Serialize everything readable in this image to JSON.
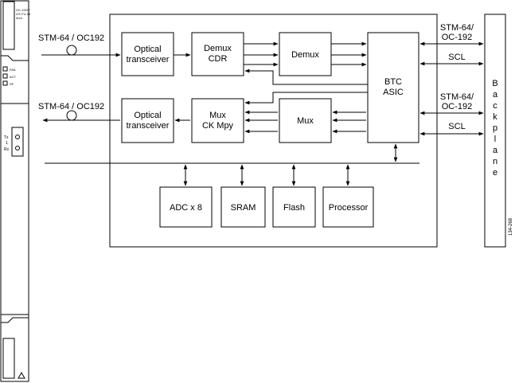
{
  "card": {
    "faceplate_text": [
      "OC-192IP",
      "LR ITU 15",
      "4nm"
    ],
    "leds": [
      "FAIL",
      "ACT",
      "SF"
    ],
    "port_tx": "Tx",
    "port_mid": "1",
    "port_rx": "Rx"
  },
  "signals": {
    "in_left": "STM-64 / OC192",
    "out_left": "STM-64 / OC192",
    "right_top_line1": "STM-64/",
    "right_top_line2": "OC-192",
    "right_scl_top": "SCL",
    "right_bot_line1": "STM-64/",
    "right_bot_line2": "OC-192",
    "right_scl_bot": "SCL"
  },
  "blocks": {
    "optical_rx_line1": "Optical",
    "optical_rx_line2": "transceiver",
    "demux_cdr_line1": "Demux",
    "demux_cdr_line2": "CDR",
    "demux": "Demux",
    "btc_line1": "BTC",
    "btc_line2": "ASIC",
    "optical_tx_line1": "Optical",
    "optical_tx_line2": "transceiver",
    "mux_ck_line1": "Mux",
    "mux_ck_line2": "CK Mpy",
    "mux": "Mux",
    "adc": "ADC x 8",
    "sram": "SRAM",
    "flash": "Flash",
    "processor": "Processor"
  },
  "backplane_letters": [
    "B",
    "a",
    "c",
    "k",
    "p",
    "l",
    "a",
    "n",
    "e"
  ],
  "figure_id": "134-268"
}
